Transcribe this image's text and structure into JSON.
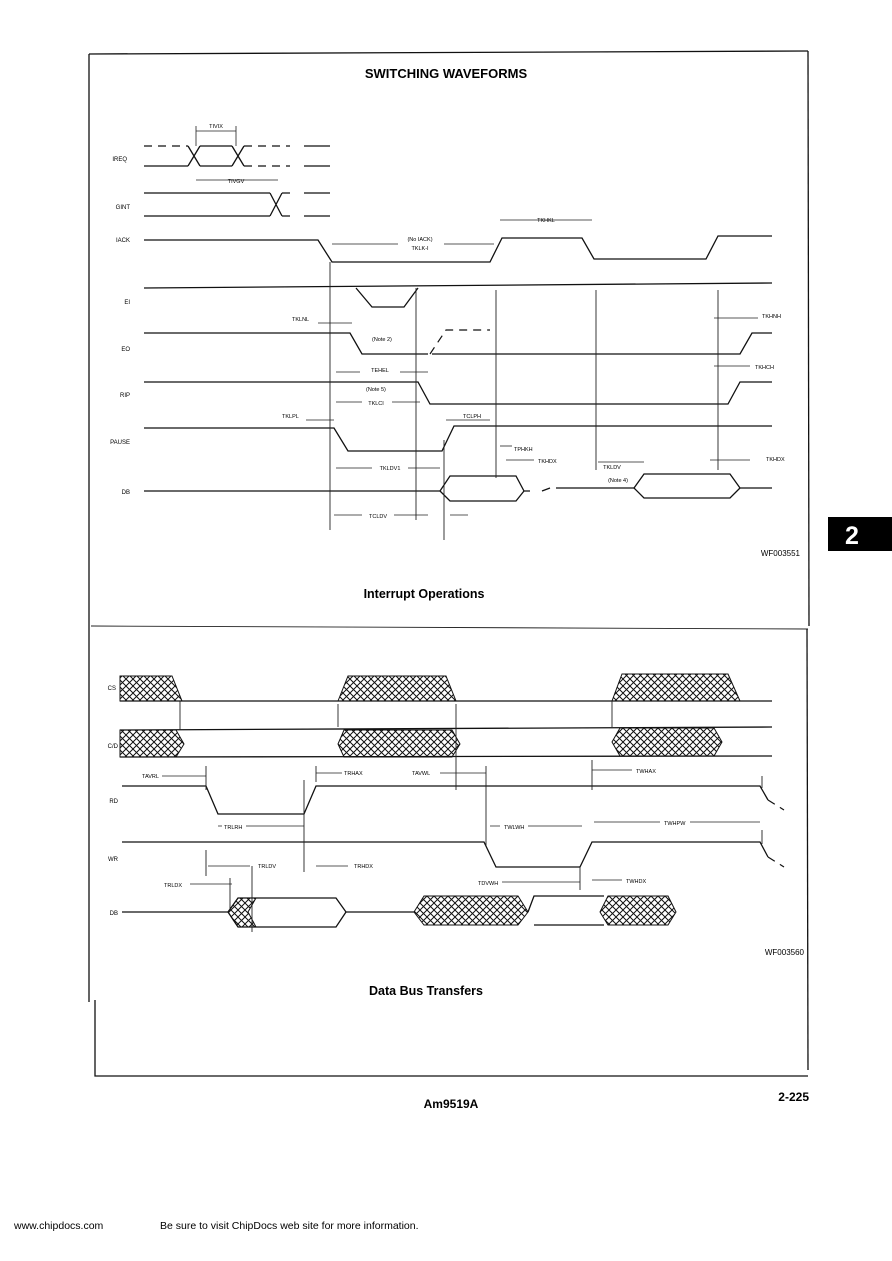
{
  "header": {
    "title": "SWITCHING WAVEFORMS"
  },
  "section_tab": {
    "number": "2",
    "color": "#000000"
  },
  "interrupt": {
    "caption": "Interrupt Operations",
    "figure_code": "WF003551",
    "signals": [
      "IREQ",
      "GINT",
      "IACK",
      "EI",
      "EO",
      "RIP",
      "PAUSE",
      "DB"
    ],
    "timings": [
      "TIVIX",
      "TIVGV",
      "TKHKL",
      "(No IACK)",
      "TKLK-I",
      "TKLNL",
      "TKHNH",
      "(Note 2)",
      "TEHEL",
      "(Note 5)",
      "TKHCH",
      "TKLCI",
      "TKLPL",
      "TCLPH",
      "TPHKH",
      "TKHDX",
      "TKLDV1",
      "TKLDV",
      "(Note 4)",
      "TKHDX",
      "TCLDV"
    ]
  },
  "databus": {
    "caption": "Data Bus Transfers",
    "figure_code": "WF003560",
    "signals": [
      "CS",
      "C/D",
      "RD",
      "WR",
      "DB"
    ],
    "timings": [
      "TAVRL",
      "TRHAX",
      "TAVWL",
      "TWHAX",
      "TRLRH",
      "TWLWH",
      "TWHPW",
      "TRLDV",
      "TRHDX",
      "TRLDX",
      "TDVWH",
      "TWHDX"
    ]
  },
  "footer": {
    "part": "Am9519A",
    "page": "2-225"
  },
  "site": {
    "url": "www.chipdocs.com",
    "note": "Be sure to visit ChipDocs web site for more information."
  }
}
